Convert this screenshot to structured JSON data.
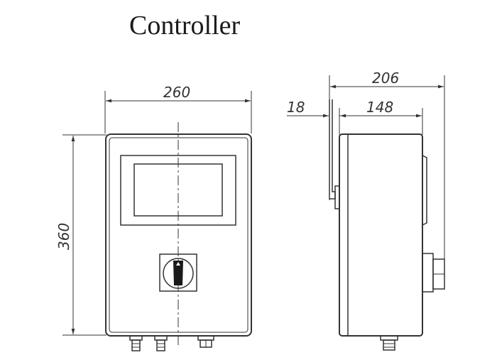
{
  "title": "Controller",
  "dimensions": {
    "front_width": "260",
    "front_height": "360",
    "side_depth_total": "206",
    "bracket_offset": "18",
    "side_body_depth": "148"
  }
}
